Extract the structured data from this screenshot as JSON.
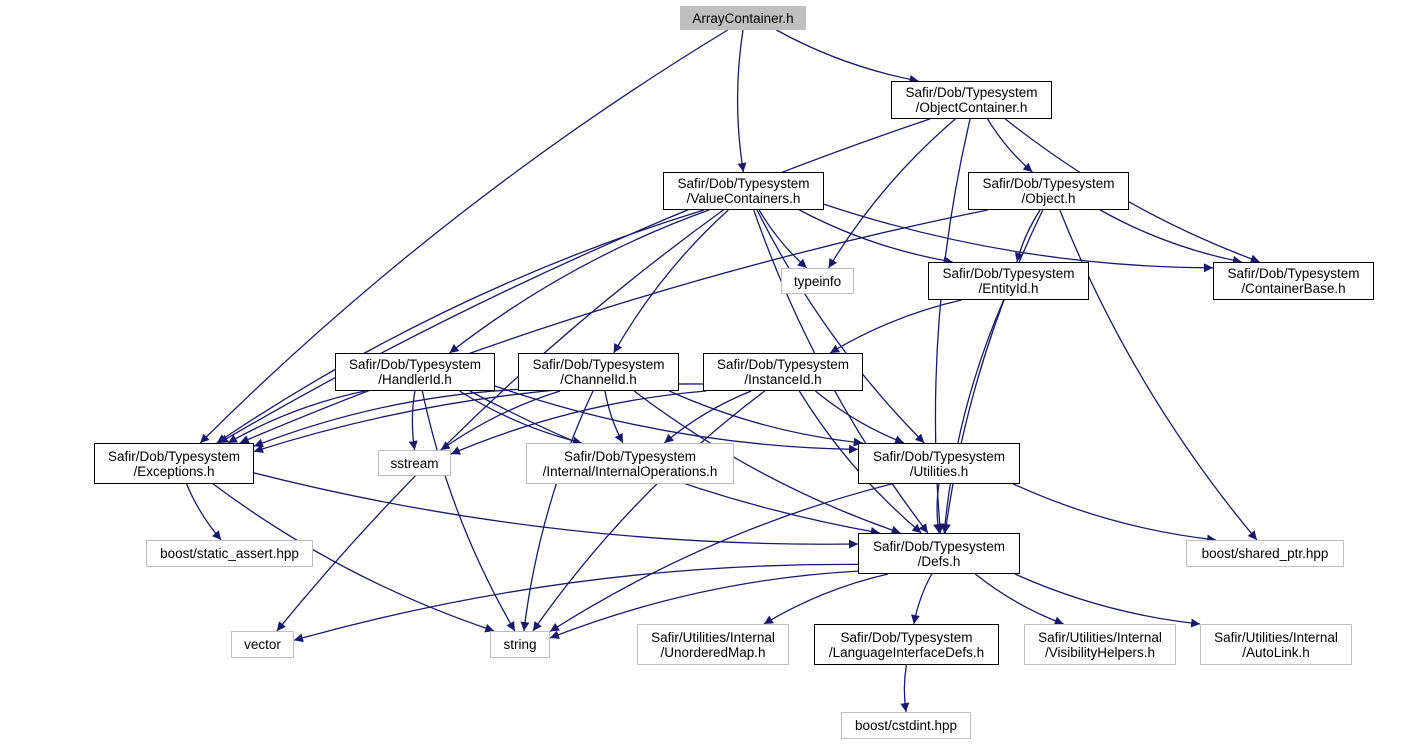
{
  "diagram": {
    "title": "",
    "nodes": [
      {
        "id": "array_container",
        "lines": [
          "ArrayContainer.h"
        ],
        "kind": "root"
      },
      {
        "id": "object_container",
        "lines": [
          "Safir/Dob/Typesystem",
          "/ObjectContainer.h"
        ],
        "kind": "internal"
      },
      {
        "id": "value_containers",
        "lines": [
          "Safir/Dob/Typesystem",
          "/ValueContainers.h"
        ],
        "kind": "internal"
      },
      {
        "id": "object",
        "lines": [
          "Safir/Dob/Typesystem",
          "/Object.h"
        ],
        "kind": "internal"
      },
      {
        "id": "typeinfo",
        "lines": [
          "typeinfo"
        ],
        "kind": "external"
      },
      {
        "id": "entity_id",
        "lines": [
          "Safir/Dob/Typesystem",
          "/EntityId.h"
        ],
        "kind": "internal"
      },
      {
        "id": "container_base",
        "lines": [
          "Safir/Dob/Typesystem",
          "/ContainerBase.h"
        ],
        "kind": "internal"
      },
      {
        "id": "handler_id",
        "lines": [
          "Safir/Dob/Typesystem",
          "/HandlerId.h"
        ],
        "kind": "internal"
      },
      {
        "id": "channel_id",
        "lines": [
          "Safir/Dob/Typesystem",
          "/ChannelId.h"
        ],
        "kind": "internal"
      },
      {
        "id": "instance_id",
        "lines": [
          "Safir/Dob/Typesystem",
          "/InstanceId.h"
        ],
        "kind": "internal"
      },
      {
        "id": "exceptions",
        "lines": [
          "Safir/Dob/Typesystem",
          "/Exceptions.h"
        ],
        "kind": "internal"
      },
      {
        "id": "sstream",
        "lines": [
          "sstream"
        ],
        "kind": "external"
      },
      {
        "id": "internal_operations",
        "lines": [
          "Safir/Dob/Typesystem",
          "/Internal/InternalOperations.h"
        ],
        "kind": "external"
      },
      {
        "id": "utilities",
        "lines": [
          "Safir/Dob/Typesystem",
          "/Utilities.h"
        ],
        "kind": "internal"
      },
      {
        "id": "static_assert",
        "lines": [
          "boost/static_assert.hpp"
        ],
        "kind": "external"
      },
      {
        "id": "defs",
        "lines": [
          "Safir/Dob/Typesystem",
          "/Defs.h"
        ],
        "kind": "internal"
      },
      {
        "id": "shared_ptr",
        "lines": [
          "boost/shared_ptr.hpp"
        ],
        "kind": "external"
      },
      {
        "id": "vector",
        "lines": [
          "vector"
        ],
        "kind": "external"
      },
      {
        "id": "string",
        "lines": [
          "string"
        ],
        "kind": "external"
      },
      {
        "id": "unordered_map",
        "lines": [
          "Safir/Utilities/Internal",
          "/UnorderedMap.h"
        ],
        "kind": "external"
      },
      {
        "id": "language_interface_defs",
        "lines": [
          "Safir/Dob/Typesystem",
          "/LanguageInterfaceDefs.h"
        ],
        "kind": "internal"
      },
      {
        "id": "visibility_helpers",
        "lines": [
          "Safir/Utilities/Internal",
          "/VisibilityHelpers.h"
        ],
        "kind": "external"
      },
      {
        "id": "auto_link",
        "lines": [
          "Safir/Utilities/Internal",
          "/AutoLink.h"
        ],
        "kind": "external"
      },
      {
        "id": "cstdint",
        "lines": [
          "boost/cstdint.hpp"
        ],
        "kind": "external"
      }
    ],
    "edges": [
      [
        "array_container",
        "object_container"
      ],
      [
        "array_container",
        "value_containers"
      ],
      [
        "array_container",
        "exceptions"
      ],
      [
        "object_container",
        "exceptions"
      ],
      [
        "object_container",
        "typeinfo"
      ],
      [
        "object_container",
        "object"
      ],
      [
        "object_container",
        "container_base"
      ],
      [
        "object_container",
        "defs"
      ],
      [
        "value_containers",
        "vector"
      ],
      [
        "value_containers",
        "exceptions"
      ],
      [
        "value_containers",
        "handler_id"
      ],
      [
        "value_containers",
        "channel_id"
      ],
      [
        "value_containers",
        "utilities"
      ],
      [
        "value_containers",
        "typeinfo"
      ],
      [
        "value_containers",
        "entity_id"
      ],
      [
        "value_containers",
        "container_base"
      ],
      [
        "value_containers",
        "defs"
      ],
      [
        "object",
        "exceptions"
      ],
      [
        "object",
        "entity_id"
      ],
      [
        "object",
        "container_base"
      ],
      [
        "object",
        "defs"
      ],
      [
        "object",
        "shared_ptr"
      ],
      [
        "entity_id",
        "instance_id"
      ],
      [
        "entity_id",
        "defs"
      ],
      [
        "handler_id",
        "exceptions"
      ],
      [
        "handler_id",
        "sstream"
      ],
      [
        "handler_id",
        "internal_operations"
      ],
      [
        "handler_id",
        "utilities"
      ],
      [
        "handler_id",
        "string"
      ],
      [
        "handler_id",
        "defs"
      ],
      [
        "channel_id",
        "exceptions"
      ],
      [
        "channel_id",
        "sstream"
      ],
      [
        "channel_id",
        "internal_operations"
      ],
      [
        "channel_id",
        "utilities"
      ],
      [
        "channel_id",
        "string"
      ],
      [
        "channel_id",
        "defs"
      ],
      [
        "instance_id",
        "exceptions"
      ],
      [
        "instance_id",
        "sstream"
      ],
      [
        "instance_id",
        "internal_operations"
      ],
      [
        "instance_id",
        "utilities"
      ],
      [
        "instance_id",
        "string"
      ],
      [
        "instance_id",
        "defs"
      ],
      [
        "exceptions",
        "static_assert"
      ],
      [
        "exceptions",
        "string"
      ],
      [
        "exceptions",
        "defs"
      ],
      [
        "utilities",
        "defs"
      ],
      [
        "utilities",
        "string"
      ],
      [
        "utilities",
        "shared_ptr"
      ],
      [
        "defs",
        "vector"
      ],
      [
        "defs",
        "string"
      ],
      [
        "defs",
        "unordered_map"
      ],
      [
        "defs",
        "language_interface_defs"
      ],
      [
        "defs",
        "visibility_helpers"
      ],
      [
        "defs",
        "auto_link"
      ],
      [
        "language_interface_defs",
        "cstdint"
      ]
    ]
  },
  "colors": {
    "edge": "#191970",
    "internal_border": "#000000",
    "external_border": "#bfbfbf",
    "root_fill": "#bfbfbf",
    "background": "#ffffff"
  }
}
